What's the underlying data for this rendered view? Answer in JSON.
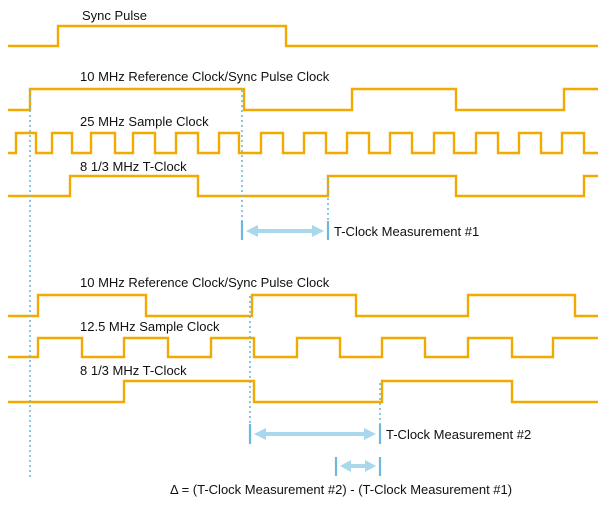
{
  "colors": {
    "waveform": "#F2A900",
    "guide": "#6CB9DD",
    "arrow": "#A9D7EC",
    "text": "#111111"
  },
  "top_section": {
    "sync_pulse_label": "Sync Pulse",
    "ref_clock_label": "10 MHz Reference Clock/Sync Pulse Clock",
    "sample_clock_label": "25 MHz Sample Clock",
    "tclock_label": "8 1/3 MHz T-Clock",
    "measurement_label": "T-Clock Measurement #1"
  },
  "bottom_section": {
    "ref_clock_label": "10 MHz Reference Clock/Sync Pulse Clock",
    "sample_clock_label": "12.5 MHz Sample Clock",
    "tclock_label": "8 1/3 MHz T-Clock",
    "measurement_label": "T-Clock Measurement #2"
  },
  "delta_formula": "Δ = (T-Clock Measurement #2) - (T-Clock Measurement #1)"
}
